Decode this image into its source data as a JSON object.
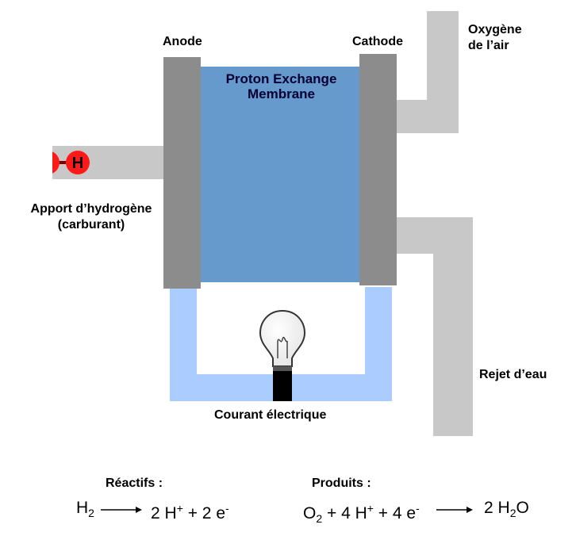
{
  "diagram": {
    "anode_label": "Anode",
    "cathode_label": "Cathode",
    "membrane_line1": "Proton Exchange",
    "membrane_line2": "Membrane",
    "oxygen_line1": "Oxygène",
    "oxygen_line2": "de l’air",
    "hydrogen_line1": "Apport d’hydrogène",
    "hydrogen_line2": "(carburant)",
    "water_label": "Rejet d’eau",
    "current_label": "Courant électrique",
    "molecule_atom": "H",
    "colors": {
      "electrode": "#8c8c8c",
      "membrane": "#6699cc",
      "membrane_text": "#000033",
      "pipe": "#c8c8c8",
      "circuit": "#aaccff",
      "hydrogen_atom": "#ff1a1a",
      "bulb_base": "#000000"
    }
  },
  "equations": {
    "reactants_title": "Réactifs :",
    "products_title": "Produits :",
    "anode_reaction": {
      "left": "H",
      "left_sub": "2",
      "right_a": "2 H",
      "right_a_sup": "+",
      "right_b": " + 2 e",
      "right_b_sup": "-"
    },
    "cathode_reaction": {
      "o": "O",
      "o_sub": "2",
      "mid_a": " + 4 H",
      "mid_a_sup": "+",
      "mid_b": " + 4 e",
      "mid_b_sup": "-",
      "right_a": "2 H",
      "right_sub": "2",
      "right_b": "O"
    }
  }
}
